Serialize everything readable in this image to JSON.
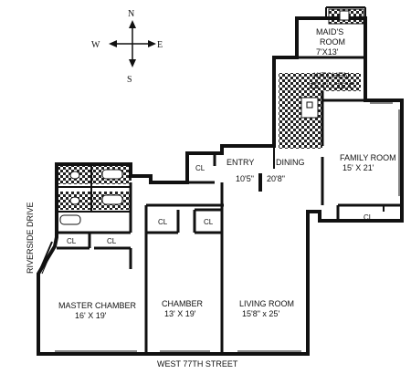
{
  "compass": {
    "north": "N",
    "south": "S",
    "east": "E",
    "west": "W"
  },
  "rooms": {
    "maids_room": {
      "name_line1": "MAID'S",
      "name_line2": "ROOM",
      "dims": "7'X13'"
    },
    "kitchen": {
      "name": "KITCHEN",
      "dims": "15'4\" x 16'4\""
    },
    "family_room": {
      "name": "FAMILY ROOM",
      "dims": "15' X 21'"
    },
    "entry": {
      "name": "ENTRY",
      "dims": "10'5\""
    },
    "dining": {
      "name": "DINING",
      "dims": "20'8\""
    },
    "master_chamber": {
      "name": "MASTER CHAMBER",
      "dims": "16' X 19'"
    },
    "chamber": {
      "name": "CHAMBER",
      "dims": "13' X 19'"
    },
    "living_room": {
      "name": "LIVING ROOM",
      "dims": "15'8\" x 25'"
    }
  },
  "closets": {
    "entry_cl": "CL",
    "family_cl": "CL",
    "hall_cl_1": "CL",
    "hall_cl_2": "CL",
    "master_cl_1": "CL",
    "master_cl_2": "CL"
  },
  "streets": {
    "riverside": "RIVERSIDE DRIVE",
    "west77": "WEST 77TH STREET"
  },
  "colors": {
    "wall": "#111111",
    "tile": "#222222",
    "background": "#ffffff"
  }
}
